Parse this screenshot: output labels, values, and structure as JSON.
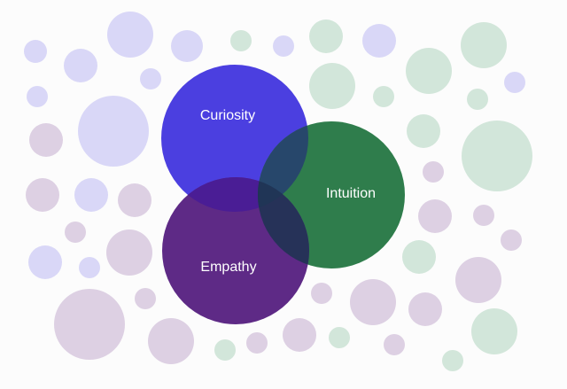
{
  "diagram": {
    "sets": [
      {
        "key": "curiosity",
        "label": "Curiosity",
        "color": "#4b3fe0"
      },
      {
        "key": "intuition",
        "label": "Intuition",
        "color": "#2f7d4c"
      },
      {
        "key": "empathy",
        "label": "Empathy",
        "color": "#5e2a86"
      }
    ],
    "overlap_colors": {
      "curiosity_empathy": "#4a1d95",
      "curiosity_intuition": "#27476b",
      "empathy_intuition": "#263258",
      "all_three": "#203556"
    },
    "decoration_palette": {
      "lavender": "#d9d7f7",
      "mint": "#d2e6da",
      "mauve": "#ddd0e3"
    }
  }
}
